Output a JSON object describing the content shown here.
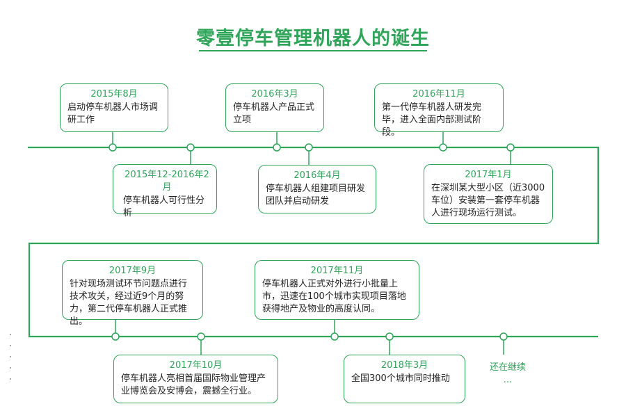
{
  "title": "零壹停车管理机器人的诞生",
  "events": [
    {
      "date": "2015年8月",
      "desc": "启动停车机器人市场调研工作"
    },
    {
      "date": "2015年12-2016年2月",
      "desc": "停车机器人可行性分析"
    },
    {
      "date": "2016年3月",
      "desc": "停车机器人产品正式立项"
    },
    {
      "date": "2016年4月",
      "desc": "停车机器人组建项目研发团队并启动研发"
    },
    {
      "date": "2016年11月",
      "desc": "第一代停车机器人研发完毕，进入全面内部测试阶段。"
    },
    {
      "date": "2017年1月",
      "desc": "在深圳某大型小区（近3000车位）安装第一套停车机器人进行现场运行测试。"
    },
    {
      "date": "2017年9月",
      "desc": "针对现场测试环节问题点进行技术攻关，经过近9个月的努力，第二代停车机器人正式推出。"
    },
    {
      "date": "2017年10月",
      "desc": "停车机器人亮相首届国际物业管理产业博览会及安博会，震撼全行业。"
    },
    {
      "date": "2017年11月",
      "desc": "停车机器人正式对外进行小批量上市，迅速在100个城市实现项目落地获得地产及物业的高度认同。"
    },
    {
      "date": "2018年3月",
      "desc": "全国300个城市同时推动"
    }
  ],
  "continuation": {
    "text": "还在继续",
    "ellipsis": "..."
  },
  "colors": {
    "accent": "#2fa55a",
    "text": "#222222"
  }
}
